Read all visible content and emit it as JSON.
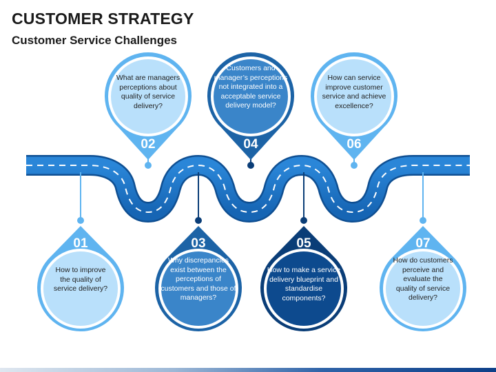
{
  "header": {
    "title": "CUSTOMER STRATEGY",
    "subtitle": "Customer Service Challenges"
  },
  "colors": {
    "light_blue": "#5fb4f0",
    "light_fill": "#b9e0fb",
    "dark_blue": "#1c63a6",
    "dark_fill": "#0a3d77",
    "road_fill": "#1c74c8",
    "road_edge": "#0f4f92",
    "road_dash": "#ffffff"
  },
  "items": [
    {
      "number": "01",
      "text": "How to improve the quality of service delivery?",
      "theme": "light"
    },
    {
      "number": "02",
      "text": "What are managers perceptions about quality of service delivery?",
      "theme": "light"
    },
    {
      "number": "03",
      "text": "Why discrepancies exist between the perceptions of customers and those of managers?",
      "theme": "dark"
    },
    {
      "number": "04",
      "text": "Customers and manager’s perceptions not integrated into a acceptable service delivery model?",
      "theme": "dark"
    },
    {
      "number": "05",
      "text": "How to make a service delivery blueprint and standardise components?",
      "theme": "darkest"
    },
    {
      "number": "06",
      "text": "How can service improve customer service and achieve excellence?",
      "theme": "light"
    },
    {
      "number": "07",
      "text": "How do customers perceive and evaluate the quality of service delivery?",
      "theme": "light"
    }
  ]
}
